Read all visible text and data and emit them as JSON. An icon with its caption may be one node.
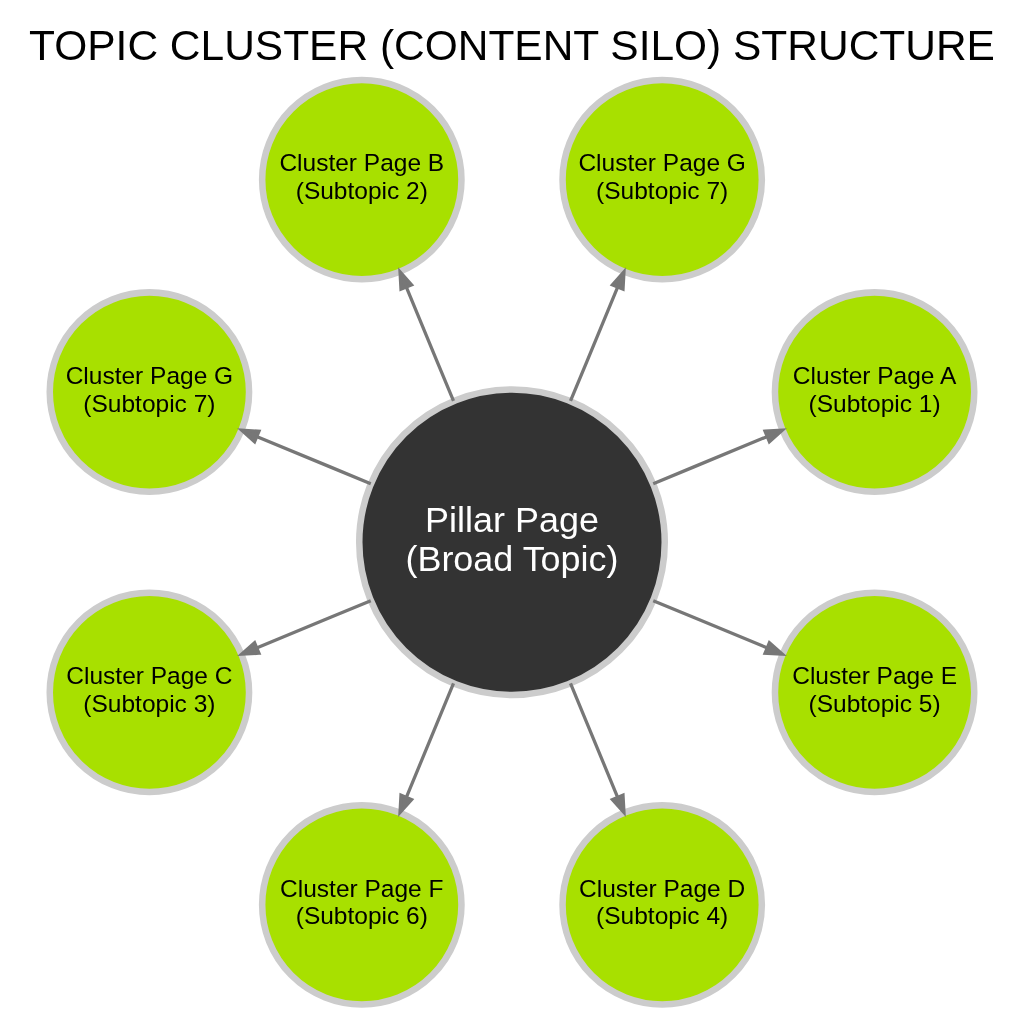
{
  "diagram": {
    "title": "TOPIC CLUSTER (CONTENT SILO) STRUCTURE",
    "nodes": [
      {
        "text": [
          "Cluster Page A",
          "(Subtopic 1)"
        ]
      },
      {
        "text": [
          "Cluster Page G",
          "(Subtopic 7)"
        ]
      },
      {
        "text": [
          "Cluster Page B",
          "(Subtopic 2)"
        ]
      },
      {
        "text": [
          "Cluster Page G",
          "(Subtopic 7)"
        ]
      },
      {
        "text": [
          "Pillar Page (Broad Topic)"
        ]
      },
      {
        "text": [
          "Cluster Page C",
          "(Subtopic 3)"
        ]
      },
      {
        "text": [
          "Cluster Page F",
          "(Subtopic 6)"
        ]
      },
      {
        "text": [
          "Cluster Page D",
          "(Subtopic 4)"
        ]
      },
      {
        "text": [
          "Cluster Page E",
          "(Subtopic 5)"
        ]
      }
    ],
    "edges": [
      {
        "from": 4,
        "to": 0,
        "arrow": "to"
      },
      {
        "from": 4,
        "to": 2,
        "arrow": "to"
      },
      {
        "from": 4,
        "to": 5,
        "arrow": "to"
      },
      {
        "from": 4,
        "to": 7,
        "arrow": "to"
      },
      {
        "from": 4,
        "to": 8,
        "arrow": "to"
      },
      {
        "from": 4,
        "to": 6,
        "arrow": "to"
      },
      {
        "from": 4,
        "to": 3,
        "arrow": "to"
      },
      {
        "from": 4,
        "to": 1,
        "arrow": "to"
      }
    ]
  }
}
